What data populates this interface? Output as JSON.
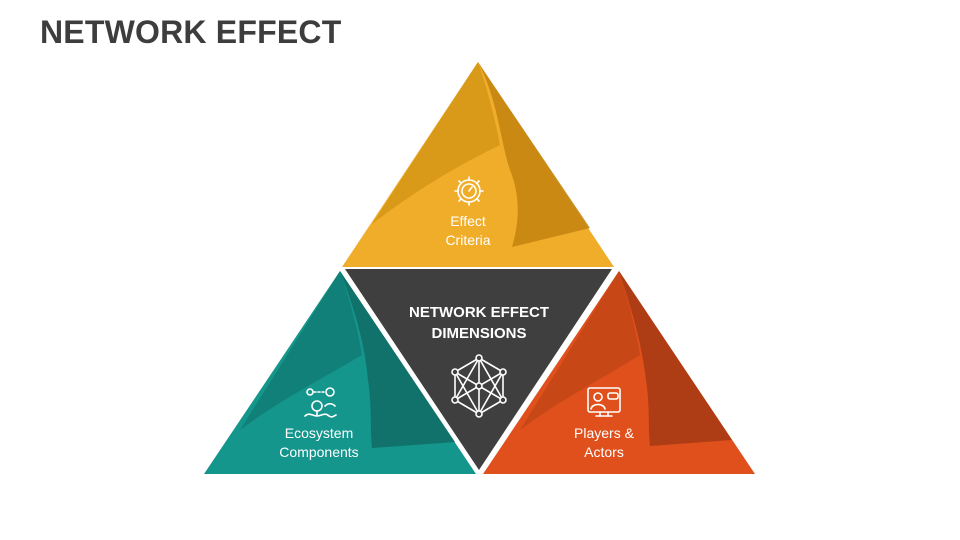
{
  "title": "NETWORK EFFECT",
  "center": {
    "line1": "NETWORK EFFECT",
    "line2": "DIMENSIONS",
    "icon": "network-graph-icon"
  },
  "segments": {
    "top": {
      "line1": "Effect",
      "line2": "Criteria",
      "icon": "gear-gauge-icon",
      "color": "#f0ad2a",
      "shade": "#c4850f"
    },
    "left": {
      "line1": "Ecosystem",
      "line2": "Components",
      "icon": "ecosystem-icon",
      "color": "#14968c",
      "shade": "#0f6e66"
    },
    "right": {
      "line1": "Players &",
      "line2": "Actors",
      "icon": "player-icon",
      "color": "#e0501c",
      "shade": "#a83a14"
    }
  },
  "center_color": "#3f3f3f"
}
